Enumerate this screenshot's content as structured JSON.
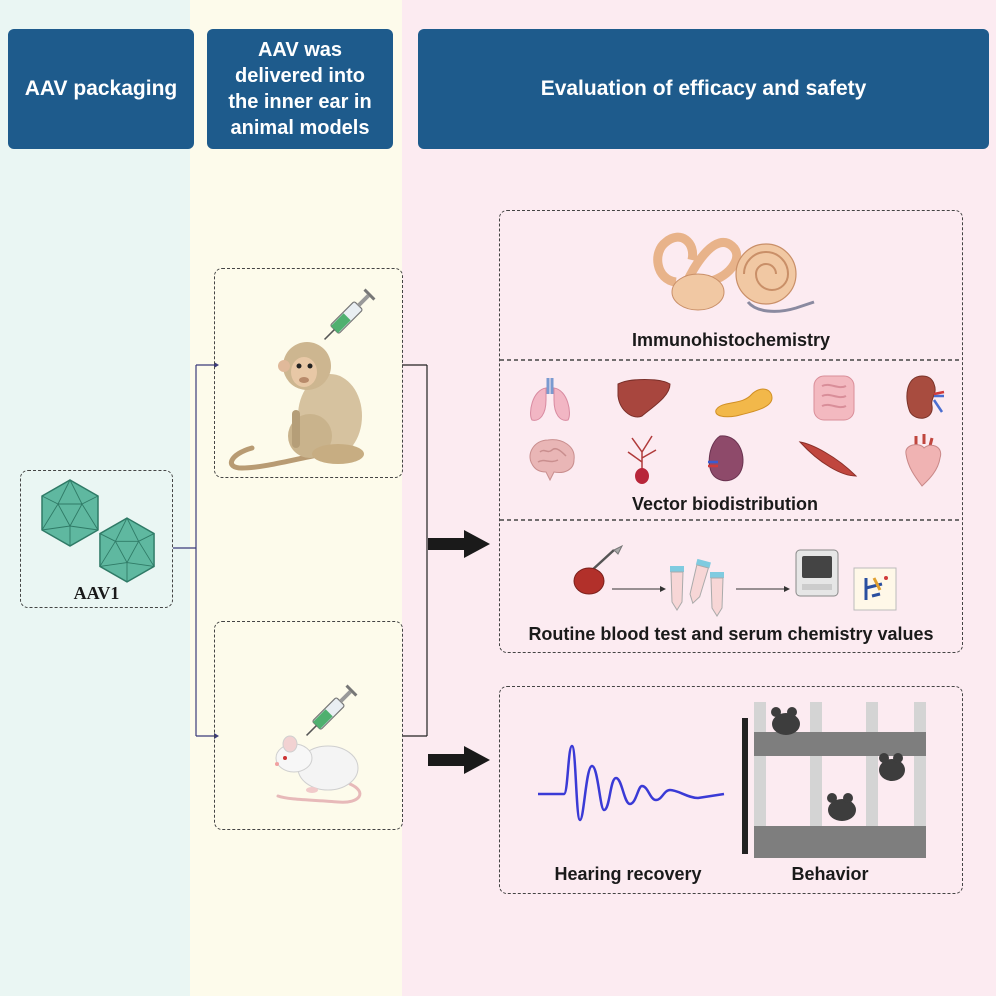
{
  "columns": {
    "packaging": {
      "header": "AAV packaging",
      "vector_label": "AAV1"
    },
    "delivery": {
      "header": "AAV  was\ndelivered into\nthe inner ear in\nanimal models"
    },
    "evaluation": {
      "header": "Evaluation of efficacy and safety",
      "panels": {
        "immunohistochemistry": "Immunohistochemistry",
        "biodistribution": "Vector biodistribution",
        "blood_test": "Routine blood test and serum chemistry values",
        "hearing": "Hearing recovery",
        "behavior": "Behavior"
      }
    }
  },
  "colors": {
    "header_bg": "#1e5b8c",
    "col1_bg": "#eaf6f3",
    "col2_bg": "#fdfbeb",
    "col3_bg": "#fcebf1",
    "virus": "#5fb8a0",
    "waveform": "#3a3ad6"
  },
  "icons": [
    "icosahedron-icon",
    "monkey-icon",
    "mouse-icon",
    "syringe-icon",
    "inner-ear-icon",
    "lung-icon",
    "liver-icon",
    "pancreas-icon",
    "intestine-icon",
    "kidney-icon",
    "brain-icon",
    "neuron-icon",
    "spleen-icon",
    "muscle-icon",
    "heart-icon",
    "scalpel-icon",
    "tissue-sample-icon",
    "tube-icon",
    "analyzer-icon",
    "monitor-icon",
    "waveform-icon",
    "cage-icon",
    "arrow-icon"
  ]
}
